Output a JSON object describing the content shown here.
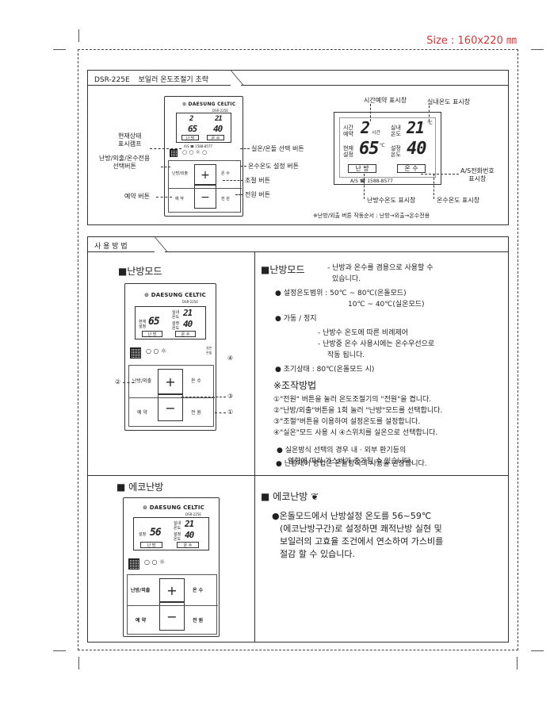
{
  "page": {
    "size_label": "Size : 160x220 ㎜"
  },
  "top_panel": {
    "tab_model": "DSR-225E",
    "tab_title": "보일러 온도조절기 초략",
    "device": {
      "brand": "DAESUNG CELTIC",
      "model": "DSR-225E",
      "lcd_labels": [
        "시간\n예약",
        "현재\n설정",
        "실내\n온도",
        "설정\n온도"
      ],
      "val_time": "2",
      "val_cur": "65",
      "val_room": "21",
      "val_set": "40",
      "pill_left": "난 방",
      "pill_right": "온 수",
      "phone": "A/S ☎ 1588-8577",
      "btn_left_mid": "난방/외출",
      "btn_plus": "+",
      "btn_minus": "−",
      "btn_right_mid": "온 수",
      "btn_left_bot": "예 약",
      "btn_right_bot": "전 원"
    },
    "callouts_left": [
      "현재상태\n표시램프",
      "난방/외출/온수전용\n선택버튼",
      "예약 버튼"
    ],
    "callouts_right": [
      "실온/온돌 선택 버튼",
      "온수온도 설정 버튼",
      "조절 버튼",
      "전원 버튼"
    ],
    "lcd_big": {
      "label_time": "시간\n예약",
      "unit_time": "시간",
      "val_time": "2",
      "label_cur": "현재\n설정",
      "val_cur": "65",
      "unit_cur": "℃",
      "label_room": "실내\n온도",
      "val_room": "21",
      "unit_room": "℃",
      "label_set": "설정\n온도",
      "val_set": "40",
      "pill_left": "난 방",
      "pill_right": "온 수",
      "phone": "A/S ☎ 1588-8577"
    },
    "lcd_callouts": {
      "time_ind": "시간예약 표시창",
      "room_ind": "실내온도 표시창",
      "as_ind": "A/S전화번호\n표시창",
      "heat_ind": "난방수온도 표시창",
      "water_ind": "온수온도 표시창"
    },
    "footnote": "※난방/외출 버튼 작동순서 : 난방→외출→온수전용"
  },
  "usage": {
    "tab_title": "사 용 방 법",
    "heating": {
      "heading": "■난방모드",
      "title": "■난방모드",
      "desc_1": "- 난방과 온수를 겸용으로 사용할 수",
      "desc_2": "있습니다.",
      "range_label": "● 설정온도범위 : 50℃ ~ 80℃(온돌모드)",
      "range_2": "10℃ ~ 40℃(실온모드)",
      "op_label": "● 가동 / 정지",
      "op_1": "- 난방수 온도에 따른 비례제어",
      "op_2": "- 난방중 온수 사용시에는 온수우선으로",
      "op_3": "작동 됩니다.",
      "init": "● 초기상태 : 80℃(온돌모드 시)",
      "method_title": "※조작방법",
      "steps": [
        "①\"전원\" 버튼을 눌러 온도조절기의 \"전원\"을 켭니다.",
        "②\"난방/외출\"버튼을 1회 눌러 \"난방\"모드를 선택합니다.",
        "③\"조절\"버튼을 이용하여 설정온도를 설정합니다.",
        "④\"실온\"모드 사용 시 ④스위치를 실온으로 선택합니다."
      ],
      "note_1a": "● 실온방식 선택의 경우 내 · 외부 환기등의",
      "note_1b": "영향에 따라 가스비가 증가될 수 있습니다.",
      "note_2": "● 난방제어 방법은 온돌방식의 사용을 권장합니다."
    },
    "device2": {
      "brand": "DAESUNG CELTIC",
      "model": "DSR-225E",
      "val_cur": "65",
      "val_room": "21",
      "val_set": "40",
      "pill_left": "난 방",
      "pill_right": "온 수",
      "btn_left_mid": "난방/외출",
      "btn_right_mid": "온 수",
      "btn_left_bot": "예 약",
      "btn_right_bot": "전 원",
      "marks": [
        "②",
        "③",
        "④",
        "①"
      ],
      "lbl_cur": "현재\n설정",
      "lbl_room": "실내\n온도",
      "lbl_set": "설정\n온도",
      "side_lbl": "실온\n온돌"
    },
    "eco": {
      "heading": "■ 에코난방",
      "title": "■ 에코난방",
      "text_1": "●온돌모드에서 난방설정 온도를 56~59℃",
      "text_2": "(에코난방구간)로 설정하면 쾌적난방 실현 및",
      "text_3": "보일러의 고효율 조건에서 연소하여 가스비를",
      "text_4": "절감 할 수 있습니다."
    },
    "device3": {
      "brand": "DAESUNG CELTIC",
      "model": "DSR-225E",
      "val_cur": "56",
      "val_room": "21",
      "val_set": "40",
      "pill_left": "난 방",
      "pill_right": "온 수",
      "btn_left_mid": "난방/외출",
      "btn_right_mid": "온 수",
      "btn_left_bot": "예 약",
      "btn_right_bot": "전 원",
      "lbl_cur": "설정",
      "lbl_room": "실내\n온도",
      "lbl_set": "설정\n온도"
    }
  }
}
